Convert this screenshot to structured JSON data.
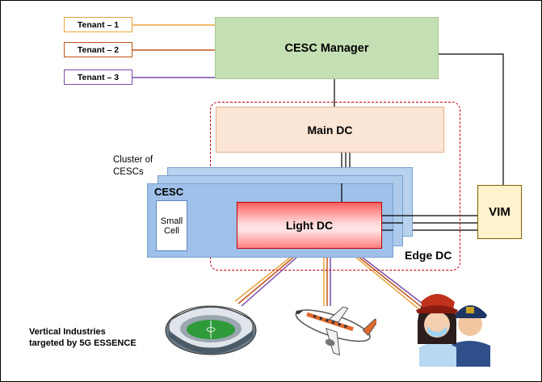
{
  "tenants": [
    {
      "label": "Tenant – 1",
      "color": "#e8a33a"
    },
    {
      "label": "Tenant – 2",
      "color": "#c0561c"
    },
    {
      "label": "Tenant – 3",
      "color": "#7a4aa8"
    }
  ],
  "manager": {
    "label": "CESC Manager"
  },
  "main_dc": {
    "label": "Main DC"
  },
  "cluster": {
    "line1": "Cluster of",
    "line2": "CESCs"
  },
  "cesc": {
    "label": "CESC"
  },
  "small_cell": {
    "line1": "Small",
    "line2": "Cell"
  },
  "light_dc": {
    "label": "Light DC"
  },
  "edge_dc": {
    "label": "Edge DC"
  },
  "vim": {
    "label": "VIM"
  },
  "verticals": {
    "line1": "Vertical Industries",
    "line2": "targeted by 5G ESSENCE"
  },
  "industries": [
    "stadium-icon",
    "airplane-icon",
    "first-responders-icon"
  ]
}
